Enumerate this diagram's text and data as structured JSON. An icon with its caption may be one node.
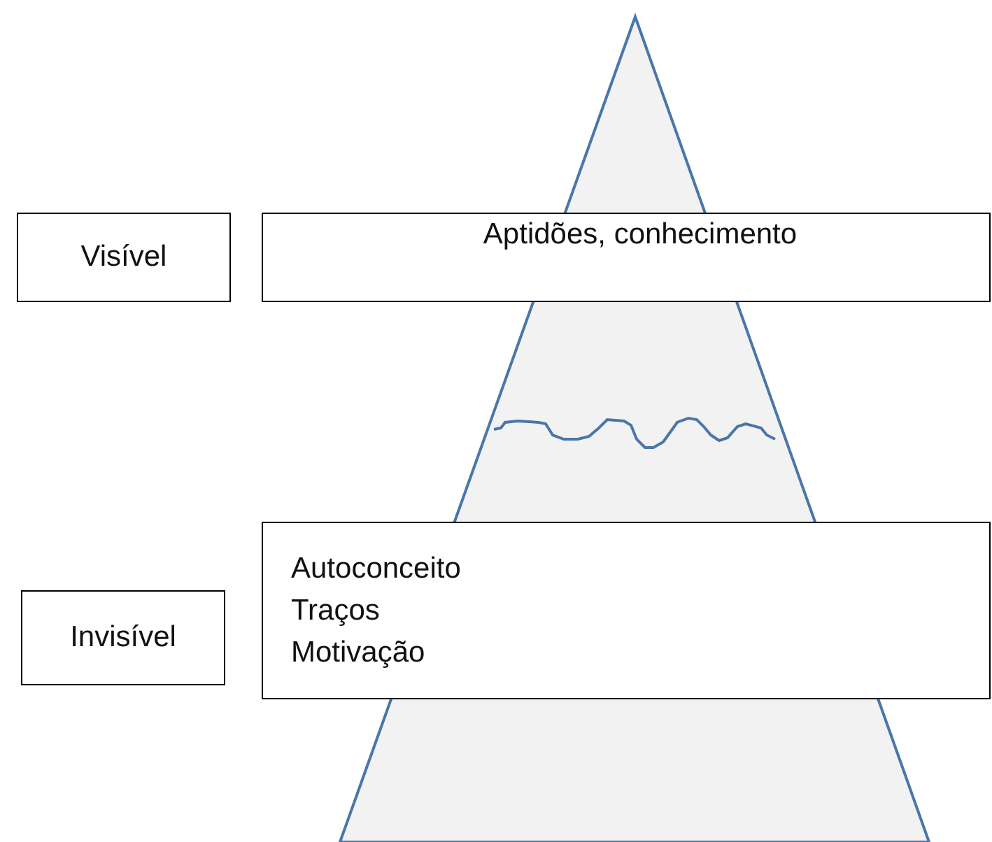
{
  "diagram": {
    "nodes": [
      {
        "text": [
          "Visível"
        ]
      },
      {
        "text": [
          "Aptidões, conhecimento"
        ]
      },
      {
        "text": [
          "Autoconceito",
          "Traços",
          "Motivação"
        ]
      },
      {
        "text": [
          "Invisível"
        ]
      }
    ]
  }
}
